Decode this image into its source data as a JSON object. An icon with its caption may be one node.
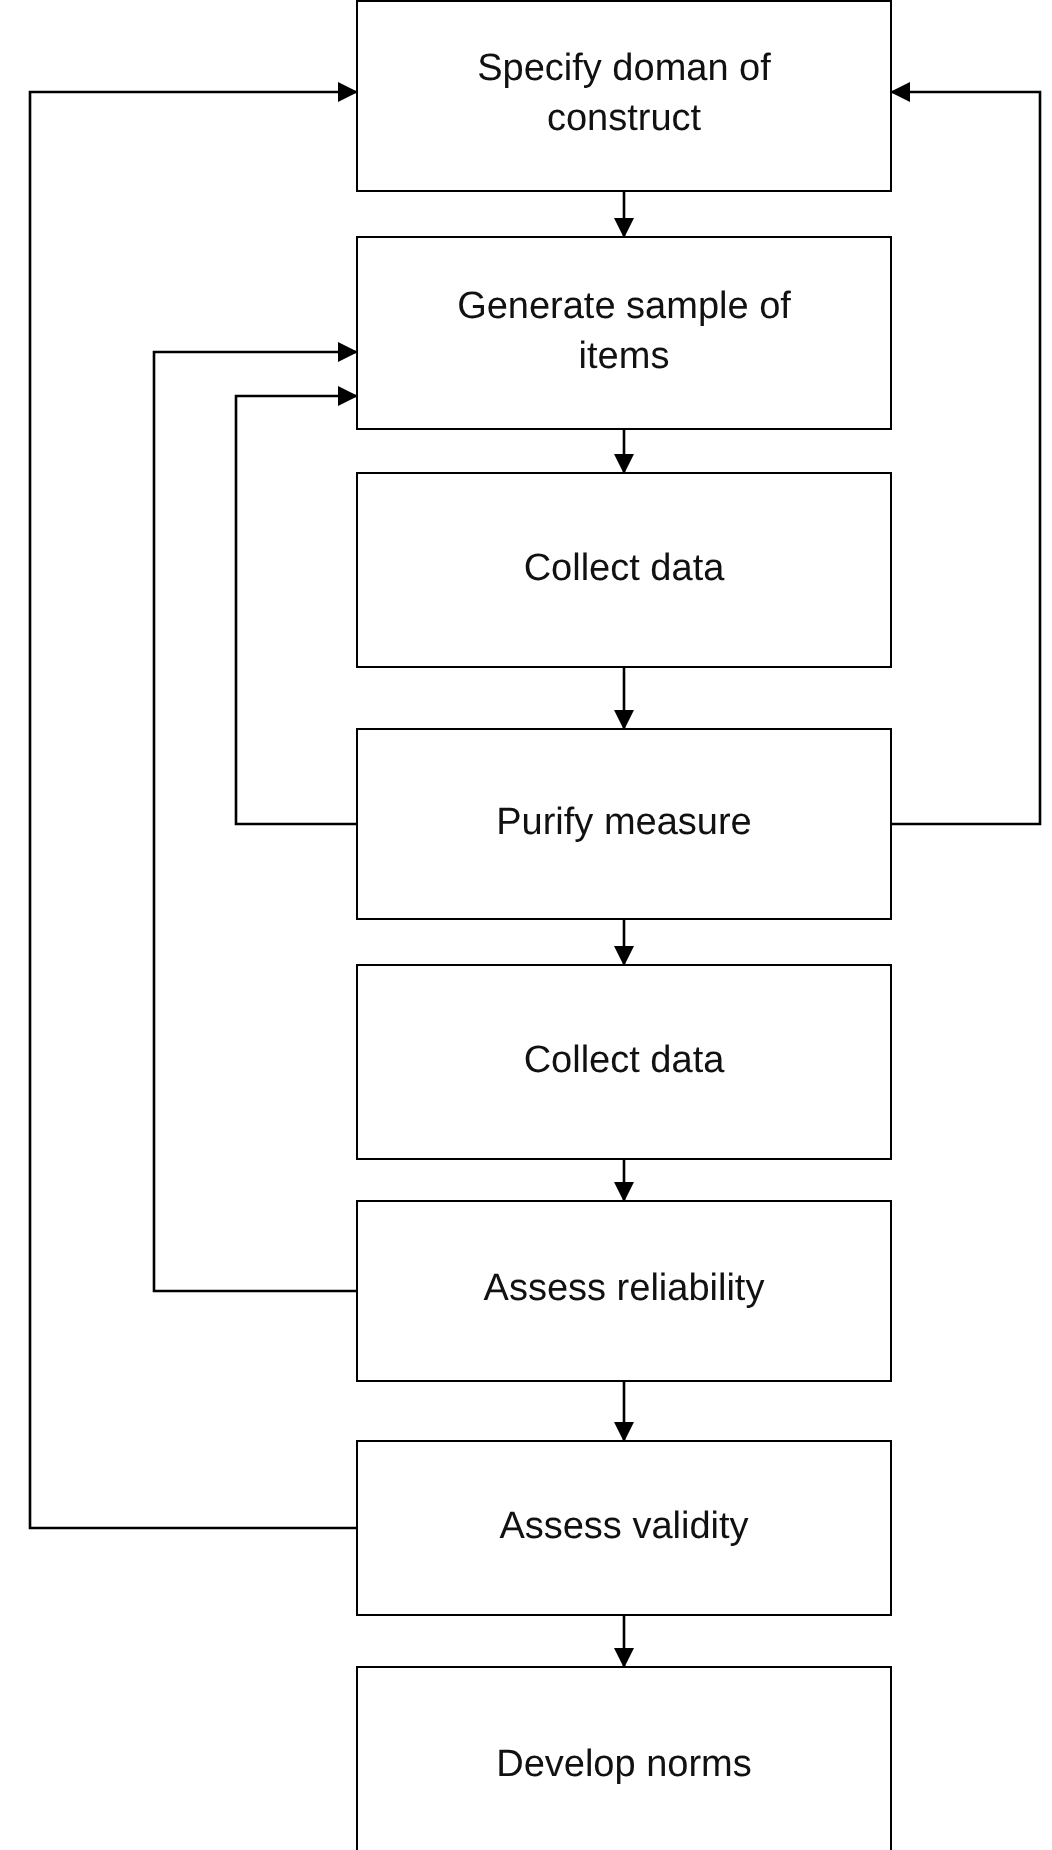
{
  "diagram": {
    "nodes": [
      {
        "text": [
          "Specify doman of construct"
        ]
      },
      {
        "text": [
          "Generate sample of items"
        ]
      },
      {
        "text": [
          "Collect data"
        ]
      },
      {
        "text": [
          "Purify measure"
        ]
      },
      {
        "text": [
          "Collect data"
        ]
      },
      {
        "text": [
          "Assess reliability"
        ]
      },
      {
        "text": [
          "Assess validity"
        ]
      },
      {
        "text": [
          "Develop norms"
        ]
      }
    ],
    "edges": [
      {
        "from": 0,
        "to": 1,
        "arrow": "to"
      },
      {
        "from": 1,
        "to": 2,
        "arrow": "to"
      },
      {
        "from": 2,
        "to": 3,
        "arrow": "to"
      },
      {
        "from": 3,
        "to": 4,
        "arrow": "to"
      },
      {
        "from": 4,
        "to": 5,
        "arrow": "to"
      },
      {
        "from": 5,
        "to": 6,
        "arrow": "to"
      },
      {
        "from": 6,
        "to": 7,
        "arrow": "to"
      },
      {
        "from": 6,
        "to": 0,
        "arrow": "to"
      },
      {
        "from": 5,
        "to": 1,
        "arrow": "to"
      },
      {
        "from": 3,
        "to": 1,
        "arrow": "to"
      },
      {
        "from": 3,
        "to": 0,
        "arrow": "to"
      }
    ]
  }
}
